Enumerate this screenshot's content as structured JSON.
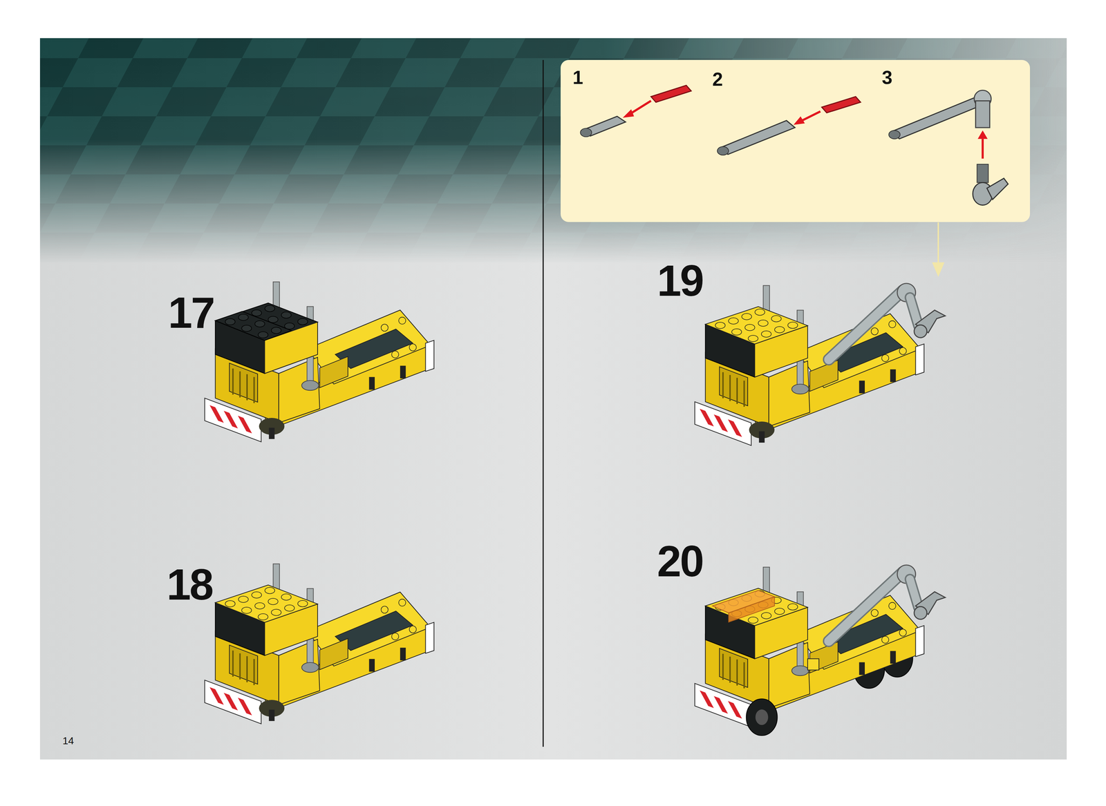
{
  "diagram": {
    "nodes": [
      {
        "text": [
          "1",
          "2",
          "3"
        ]
      }
    ],
    "labels": [
      "17",
      "18",
      "19",
      "20",
      "14"
    ]
  }
}
